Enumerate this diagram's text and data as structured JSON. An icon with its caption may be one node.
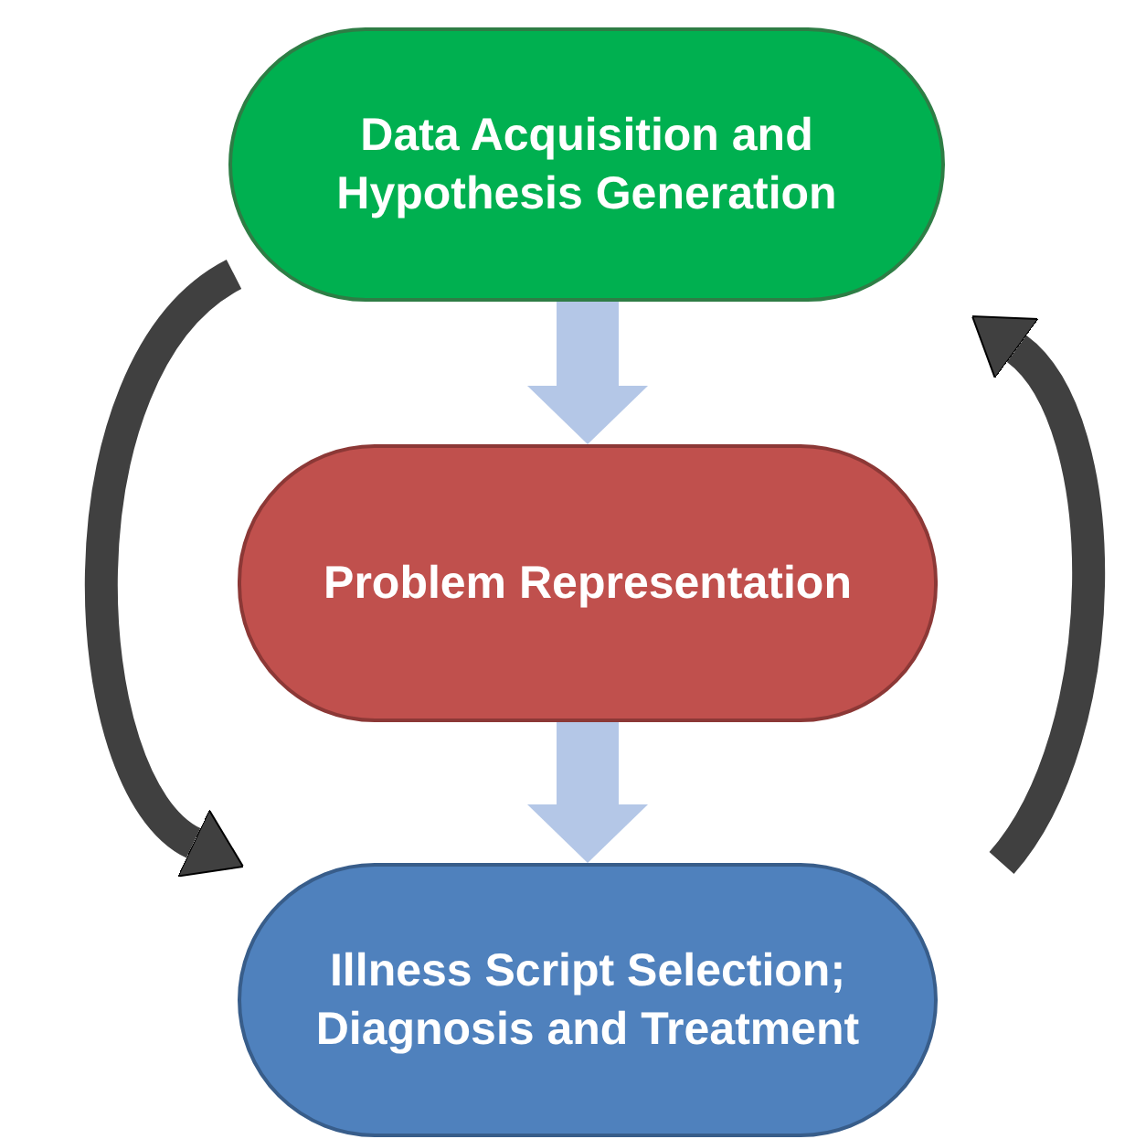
{
  "diagram": {
    "nodes": [
      {
        "text": [
          "Data Acquisition and Hypothesis Generation"
        ]
      },
      {
        "text": [
          "Problem Representation"
        ]
      },
      {
        "text": [
          "Illness Script Selection; Diagnosis and Treatment"
        ]
      }
    ],
    "edges": [
      {
        "from": 0,
        "to": 1,
        "arrow": "to",
        "style": "thick",
        "color": "#b4c7e7"
      },
      {
        "from": 1,
        "to": 2,
        "arrow": "to",
        "style": "thick",
        "color": "#b4c7e7"
      },
      {
        "from": 0,
        "to": 2,
        "arrow": "to",
        "color": "#404040"
      },
      {
        "from": 2,
        "to": 0,
        "arrow": "to",
        "color": "#404040"
      }
    ]
  }
}
